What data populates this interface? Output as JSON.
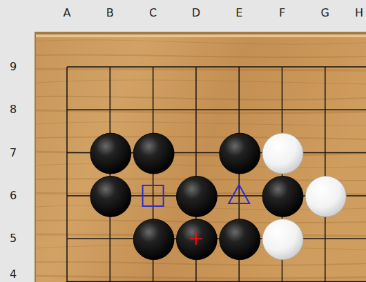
{
  "diagram": {
    "labels": [
      "A",
      "B",
      "C",
      "D",
      "E",
      "F",
      "G",
      "H",
      "9",
      "8",
      "7",
      "6",
      "5",
      "4"
    ]
  }
}
